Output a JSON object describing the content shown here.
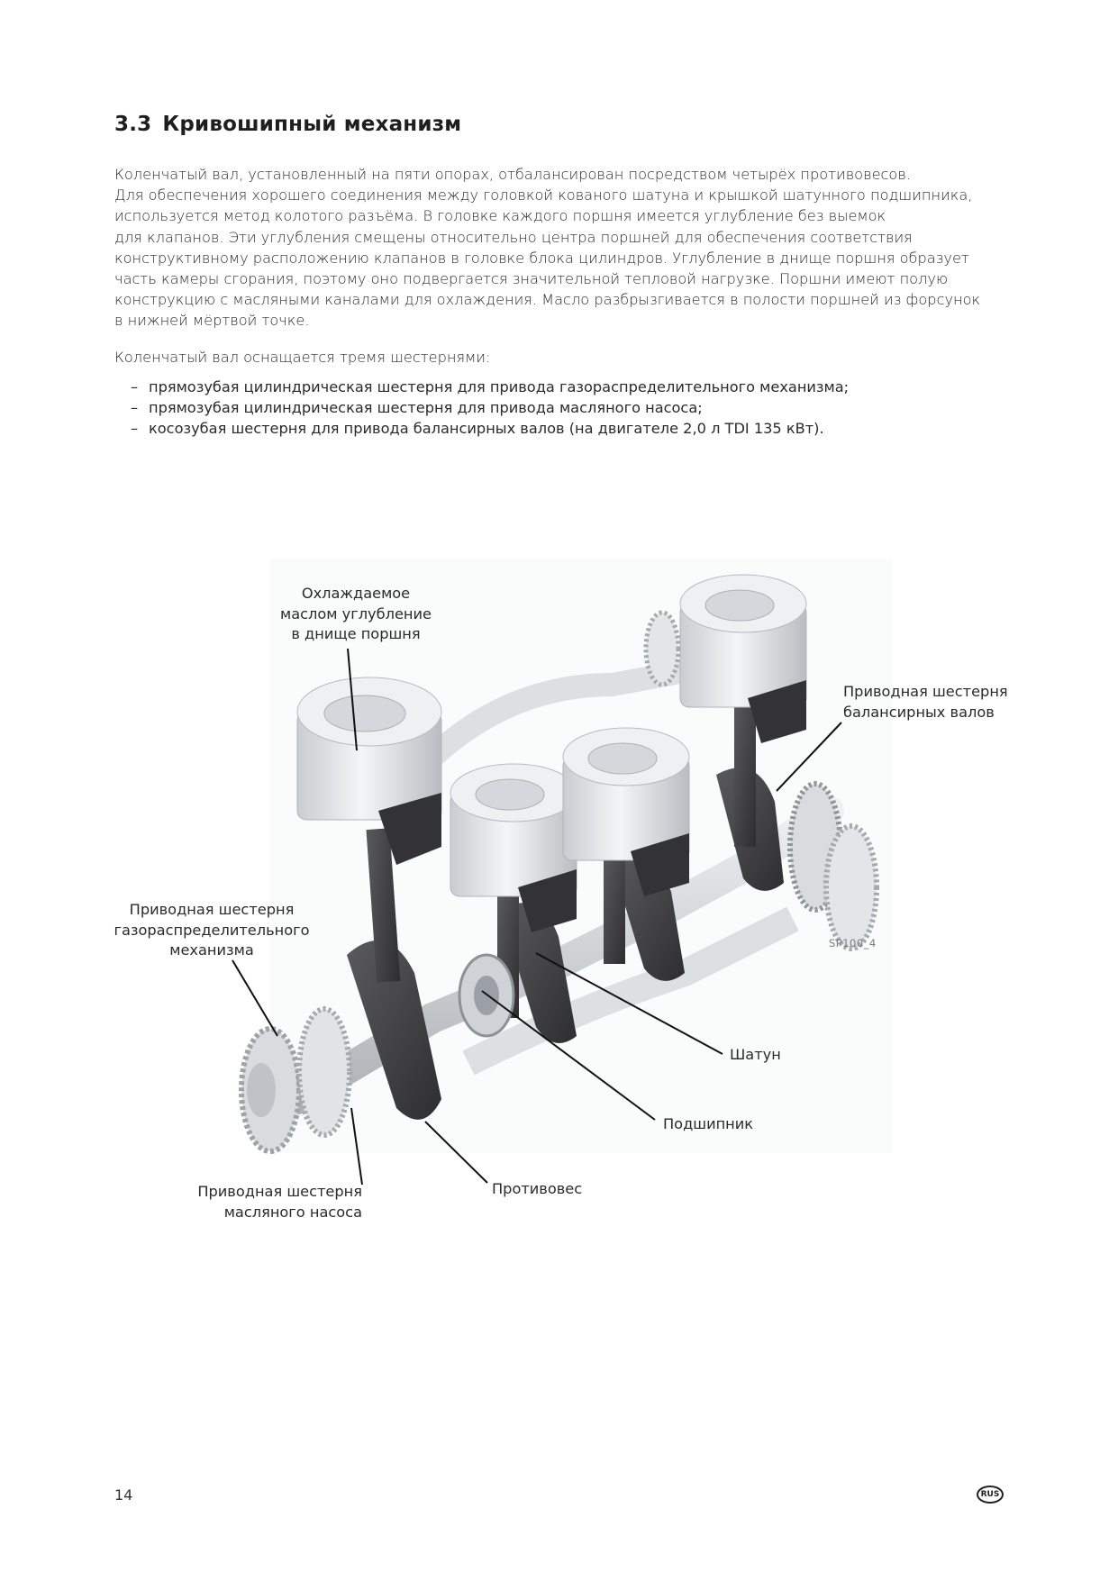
{
  "section": {
    "number": "3.3",
    "title": "Кривошипный механизм"
  },
  "paragraph_lines": [
    "Коленчатый вал, установленный на пяти опорах, отбалансирован посредством четырёх противовесов.",
    "Для обеспечения хорошего соединения между головкой кованого шатуна и крышкой шатунного подшипника,",
    "используется метод колотого разъёма. В головке каждого поршня имеется углубление без выемок",
    "для клапанов. Эти углубления смещены относительно центра поршней для обеспечения соответствия",
    "конструктивному расположению клапанов в головке блока цилиндров. Углубление в днище поршня образует",
    "часть камеры сгорания, поэтому оно подвергается значительной тепловой нагрузке. Поршни имеют полую",
    "конструкцию с масляными каналами для охлаждения. Масло разбрызгивается в полости поршней из форсунок",
    "в нижней мёртвой точке."
  ],
  "gears_intro": "Коленчатый вал оснащается тремя шестернями:",
  "gears_list": [
    "прямозубая цилиндрическая шестерня для привода газораспределительного механизма;",
    "прямозубая цилиндрическая шестерня для привода масляного насоса;",
    "косозубая шестерня для привода балансирных валов (на двигателе 2,0 л TDI 135 кВт)."
  ],
  "list_marker": "–",
  "figure": {
    "labels": {
      "piston_recess": "Охлаждаемое\nмаслом углубление\nв днище поршня",
      "balancer_gear": "Приводная шестерня\nбалансирных валов",
      "timing_gear": "Приводная шестерня\nгазораспределительного\nмеханизма",
      "conrod": "Шатун",
      "bearing": "Подшипник",
      "counterweight": "Противовес",
      "oil_pump_gear": "Приводная шестерня\nмасляного насоса"
    },
    "code": "SP100_4",
    "colors": {
      "metal_light": "#e4e6e8",
      "metal_dark": "#3c3c3e",
      "pointer": "#111111"
    }
  },
  "footer": {
    "page_number": "14",
    "language_badge": "RUS"
  }
}
